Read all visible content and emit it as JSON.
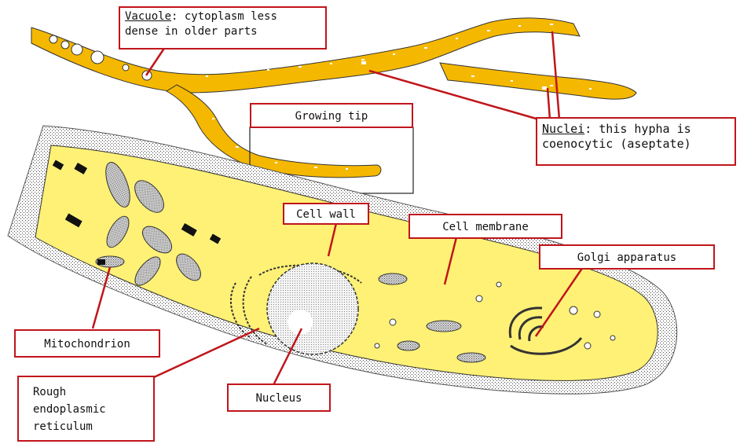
{
  "diagram": {
    "labels": {
      "vacuole_term": "Vacuole",
      "vacuole_rest1": ": cytoplasm less",
      "vacuole_rest2": "dense in older parts",
      "growing_tip": "Growing tip",
      "nuclei_term": "Nuclei",
      "nuclei_rest1": ": this hypha is",
      "nuclei_rest2": "coenocytic (aseptate)",
      "cell_wall": "Cell wall",
      "cell_membrane": "Cell membrane",
      "golgi": "Golgi apparatus",
      "mitochondrion": "Mitochondrion",
      "rer_line1": "Rough",
      "rer_line2": "endoplasmic",
      "rer_line3": "reticulum",
      "nucleus": "Nucleus"
    },
    "colors": {
      "hypha": "#f5b800",
      "cytoplasm": "#fff176",
      "wall_stipple": "#999999",
      "leader_line": "#c0151b",
      "organelle": "#8a8a8a"
    }
  }
}
